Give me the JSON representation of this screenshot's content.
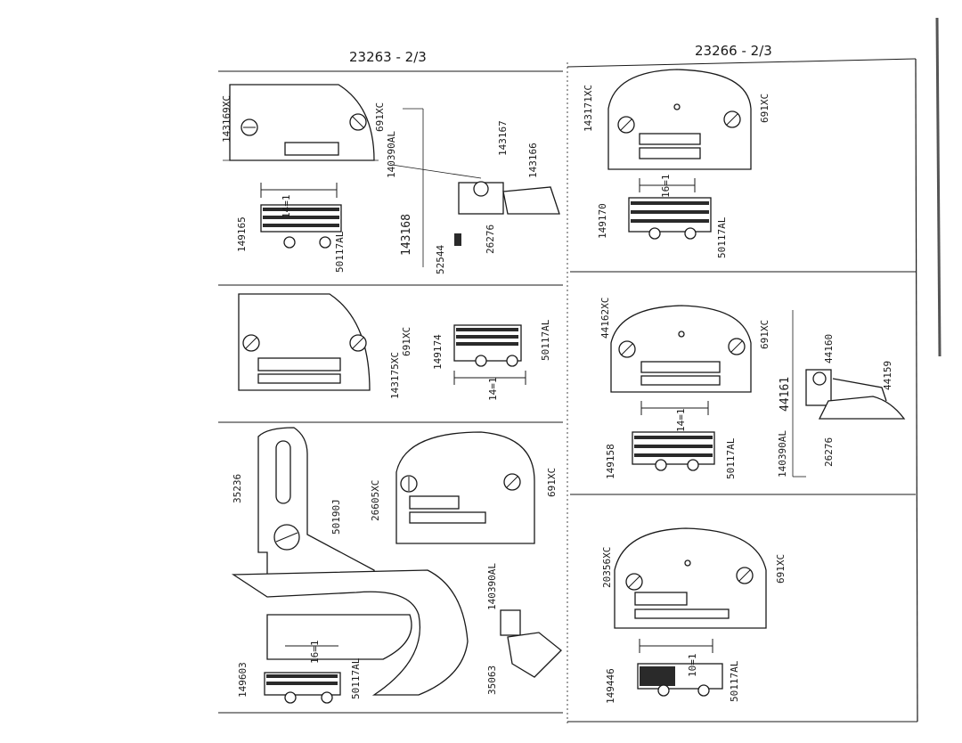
{
  "pages": {
    "left": {
      "header": "23263 - 2/3",
      "panels": [
        {
          "id": "top",
          "labels": {
            "plate": "143169XC",
            "screw": "691XC",
            "foot_shank": "140390AL",
            "foot_group": "143168",
            "foot_part_a": "143167",
            "foot_part_b": "143166",
            "foot_screw": "52544",
            "foot_pin": "26276",
            "feed_dog": "149165",
            "feed_screw": "50117AL",
            "gauge": "14=1"
          }
        },
        {
          "id": "middle",
          "labels": {
            "plate": "143175XC",
            "screw": "691XC",
            "feed_dog": "149174",
            "feed_screw": "50117AL",
            "gauge": "14=1"
          }
        },
        {
          "id": "bottom",
          "labels": {
            "bracket": "35236",
            "bracket_screw": "50190J",
            "plate": "26605XC",
            "screw": "691XC",
            "foot_shank": "140390AL",
            "foot": "35063",
            "feed_dog": "149603",
            "feed_screw": "50117AL",
            "gauge": "16=1"
          }
        }
      ]
    },
    "right": {
      "header": "23266 - 2/3",
      "panels": [
        {
          "id": "top",
          "labels": {
            "plate": "143171XC",
            "screw": "691XC",
            "feed_dog": "149170",
            "feed_screw": "50117AL",
            "gauge": "16=1"
          }
        },
        {
          "id": "middle",
          "labels": {
            "plate": "44162XC",
            "screw": "691XC",
            "feed_dog": "149158",
            "feed_screw": "50117AL",
            "gauge": "14=1",
            "foot_group": "44161",
            "foot_part_a": "44160",
            "foot_part_b": "44159",
            "foot_shank": "140390AL",
            "foot_pin": "26276"
          }
        },
        {
          "id": "bottom",
          "labels": {
            "plate": "20356XC",
            "screw": "691XC",
            "feed_dog": "149446",
            "feed_screw": "50117AL",
            "gauge": "10=1"
          }
        }
      ]
    }
  }
}
